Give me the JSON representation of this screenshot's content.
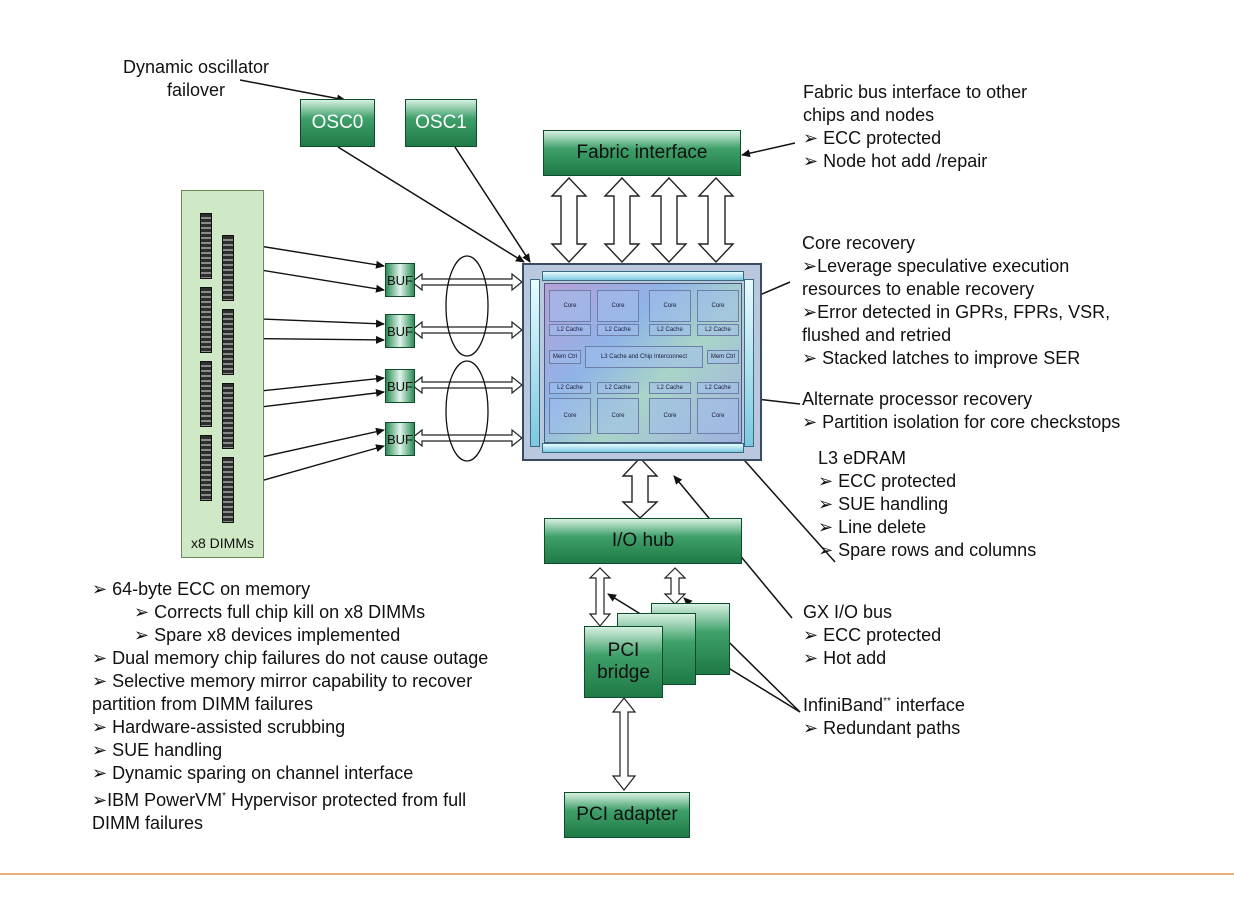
{
  "top_left": {
    "oscillator_label": [
      "Dynamic oscillator",
      "failover"
    ],
    "osc0": "OSC0",
    "osc1": "OSC1"
  },
  "fabric": {
    "box_label": "Fabric interface",
    "note_title": [
      "Fabric bus interface to other",
      "chips and nodes"
    ],
    "note_bullets": [
      "ECC protected",
      "Node hot add /repair"
    ]
  },
  "core_recovery": {
    "title": "Core recovery",
    "lines": [
      "➢Leverage speculative execution",
      "resources to enable recovery",
      "➢Error detected in GPRs, FPRs, VSR,",
      "flushed and retried",
      "➢ Stacked latches to improve SER"
    ]
  },
  "alt_recovery": {
    "title": "Alternate processor recovery",
    "bullets": [
      "Partition isolation for core checkstops"
    ]
  },
  "l3": {
    "title": "L3 eDRAM",
    "bullets": [
      "ECC protected",
      "SUE handling",
      "Line delete",
      "Spare rows and columns"
    ]
  },
  "gx": {
    "title": "GX I/O bus",
    "bullets": [
      "ECC protected",
      "Hot add"
    ]
  },
  "infiniband": {
    "title": "InfiniBand",
    "superscript": "**",
    "title_suffix": " interface",
    "bullets": [
      "Redundant paths"
    ]
  },
  "io": {
    "hub": "I/O hub",
    "pci_bridge": [
      "PCI",
      "bridge"
    ],
    "pci_adapter": "PCI adapter"
  },
  "memory": {
    "panel_label": "x8 DIMMs",
    "buf_label": "BUF",
    "lines": [
      {
        "text": "➢ 64-byte ECC on memory",
        "indent": false
      },
      {
        "text": "➢ Corrects full chip kill on x8 DIMMs",
        "indent": true
      },
      {
        "text": "➢ Spare x8 devices implemented",
        "indent": true
      },
      {
        "text": "➢ Dual memory chip failures do not cause outage",
        "indent": false
      },
      {
        "text": "➢ Selective memory mirror capability to recover",
        "indent": false
      },
      {
        "text": "partition from DIMM failures",
        "indent": false
      },
      {
        "text": "➢ Hardware-assisted scrubbing",
        "indent": false
      },
      {
        "text": "➢ SUE handling",
        "indent": false
      },
      {
        "text": "➢ Dynamic sparing on channel interface",
        "indent": false
      }
    ],
    "hypervisor": {
      "prefix": "➢IBM PowerVM",
      "superscript": "*",
      "suffix": " Hypervisor protected from full",
      "line2": "DIMM failures"
    }
  },
  "die_labels": {
    "core": "Core",
    "l2": "L2 Cache",
    "mem_ctrl": "Mem Ctrl",
    "interconnect": "L3 Cache and Chip Interconnect"
  },
  "colors": {
    "box_green": "#2e8b57",
    "dimm_panel": "#cfe8c6",
    "accent_rule": "#e8b078"
  }
}
